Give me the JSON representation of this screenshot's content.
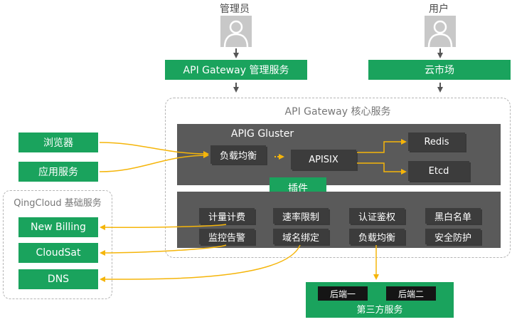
{
  "users": {
    "admin_label": "管理员",
    "user_label": "用户",
    "admin_icon": "user-avatar-icon",
    "user_icon": "user-avatar-icon"
  },
  "top_boxes": {
    "admin_service": "API Gateway 管理服务",
    "market": "云市场"
  },
  "core": {
    "title": "API Gateway 核心服务",
    "cluster_title": "APIG Gluster",
    "load_balance": "负载均衡",
    "apisix": "APISIX",
    "redis": "Redis",
    "etcd": "Etcd",
    "plugin": "插件"
  },
  "plugins": [
    "计量计费",
    "速率限制",
    "认证鉴权",
    "黑白名单",
    "监控告警",
    "域名绑定",
    "负载均衡",
    "安全防护"
  ],
  "clients": {
    "browser": "浏览器",
    "app_service": "应用服务"
  },
  "qingcloud": {
    "title": "QingCloud 基础服务",
    "billing": "New Billing",
    "cloudsat": "CloudSat",
    "dns": "DNS"
  },
  "third_party": {
    "backend1": "后端一",
    "backend2": "后端二",
    "label": "第三方服务"
  },
  "colors": {
    "green": "#1aa35d",
    "arrow_yellow": "#f5b50a",
    "dark_panel": "#5a5a5a",
    "chip": "#3c3c3c"
  }
}
